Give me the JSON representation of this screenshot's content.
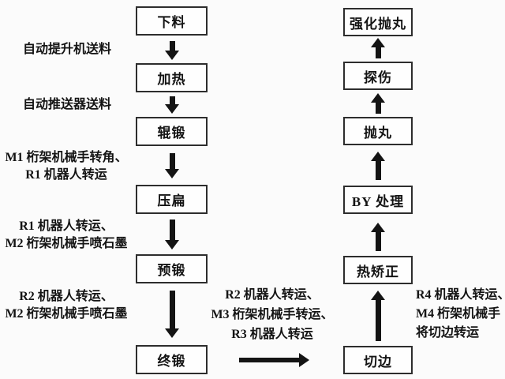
{
  "colors": {
    "background": "#fbfbfb",
    "box_fill": "#fefefe",
    "box_border": "#2d2d2d",
    "arrow": "#141414",
    "text": "#141414"
  },
  "left_steps": [
    "下料",
    "加热",
    "辊锻",
    "压扁",
    "预锻",
    "终锻"
  ],
  "right_steps": [
    "强化抛丸",
    "探伤",
    "抛丸",
    "BY 处理",
    "热矫正",
    "切边"
  ],
  "left_annotations": [
    {
      "lines": [
        "自动提升机送料"
      ]
    },
    {
      "lines": [
        "自动推送器送料"
      ]
    },
    {
      "lines": [
        "M1 桁架机械手转角、",
        "R1 机器人转运"
      ]
    },
    {
      "lines": [
        "R1 机器人转运、",
        "M2 桁架机械手喷石墨"
      ]
    },
    {
      "lines": [
        "R2 机器人转运、",
        "M2 桁架机械手喷石墨"
      ]
    }
  ],
  "center_annotation": {
    "lines": [
      "R2 机器人转运、",
      "M3 桁架机械手转运、",
      "R3 机器人转运"
    ]
  },
  "right_annotation": {
    "lines": [
      "R4 机器人转运、",
      "M4 桁架机械手",
      "将切边转运"
    ]
  }
}
